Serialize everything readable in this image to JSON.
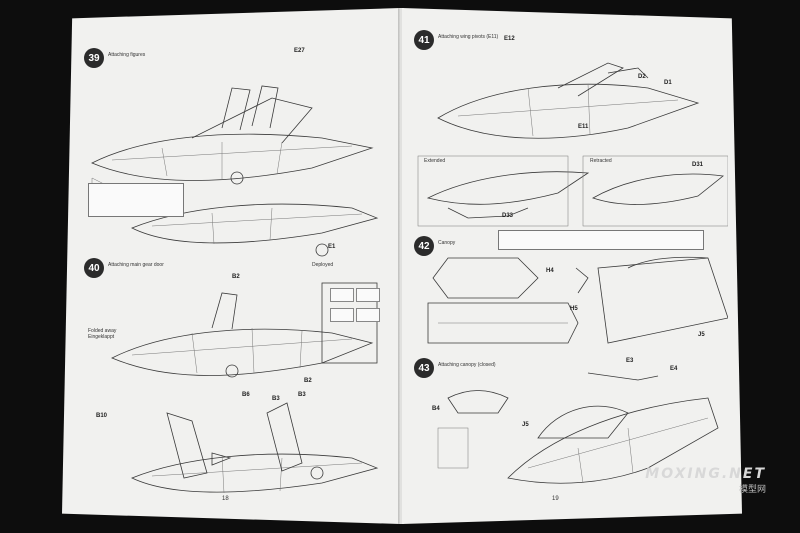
{
  "left_page": {
    "step39": {
      "number": "39",
      "caption": "Attaching figures"
    },
    "step40": {
      "number": "40",
      "caption": "Attaching main gear door",
      "left_labels": [
        "Folded away",
        "Eingeklappt"
      ],
      "right_labels": [
        "Deployed"
      ]
    },
    "parts": [
      "E27",
      "E1",
      "B2",
      "B10",
      "B6",
      "B3",
      "B2",
      "B3"
    ],
    "folio": "18"
  },
  "right_page": {
    "step41": {
      "number": "41",
      "caption": "Attaching wing pivots (E11)"
    },
    "step42": {
      "number": "42",
      "caption": "Canopy"
    },
    "step43": {
      "number": "43",
      "caption": "Attaching canopy (closed)"
    },
    "parts": [
      "E12",
      "D2",
      "D1",
      "E11",
      "D31",
      "D33",
      "H5",
      "J5",
      "H4",
      "E3",
      "E4",
      "J5",
      "B4"
    ],
    "panel_labels": [
      "Extended",
      "Retracted"
    ],
    "folio": "19"
  },
  "watermark": {
    "line1": "MOXING.NET",
    "line2": "模型网"
  }
}
